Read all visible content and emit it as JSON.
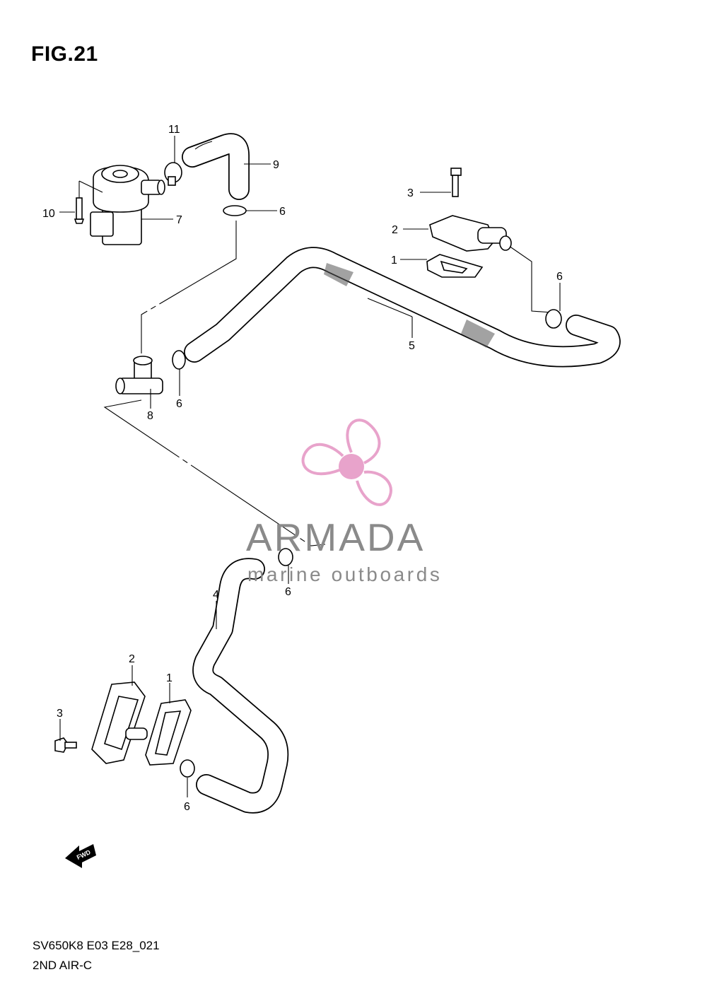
{
  "figure": {
    "title": "FIG.21"
  },
  "footer": {
    "code": "SV650K8 E03 E28_021",
    "name": "2ND AIR-C"
  },
  "watermark": {
    "name": "ARMADA",
    "tagline": "marine outboards",
    "color": "#e8a3cb"
  },
  "fwd_marker": {
    "text": "FWD"
  },
  "callouts": [
    {
      "id": "c11",
      "label": "11"
    },
    {
      "id": "c9",
      "label": "9"
    },
    {
      "id": "c10",
      "label": "10"
    },
    {
      "id": "c7",
      "label": "7"
    },
    {
      "id": "c6a",
      "label": "6"
    },
    {
      "id": "c3a",
      "label": "3"
    },
    {
      "id": "c2a",
      "label": "2"
    },
    {
      "id": "c1a",
      "label": "1"
    },
    {
      "id": "c6b",
      "label": "6"
    },
    {
      "id": "c5",
      "label": "5"
    },
    {
      "id": "c8",
      "label": "8"
    },
    {
      "id": "c6c",
      "label": "6"
    },
    {
      "id": "c6d",
      "label": "6"
    },
    {
      "id": "c4",
      "label": "4"
    },
    {
      "id": "c2b",
      "label": "2"
    },
    {
      "id": "c1b",
      "label": "1"
    },
    {
      "id": "c3b",
      "label": "3"
    },
    {
      "id": "c6e",
      "label": "6"
    }
  ]
}
